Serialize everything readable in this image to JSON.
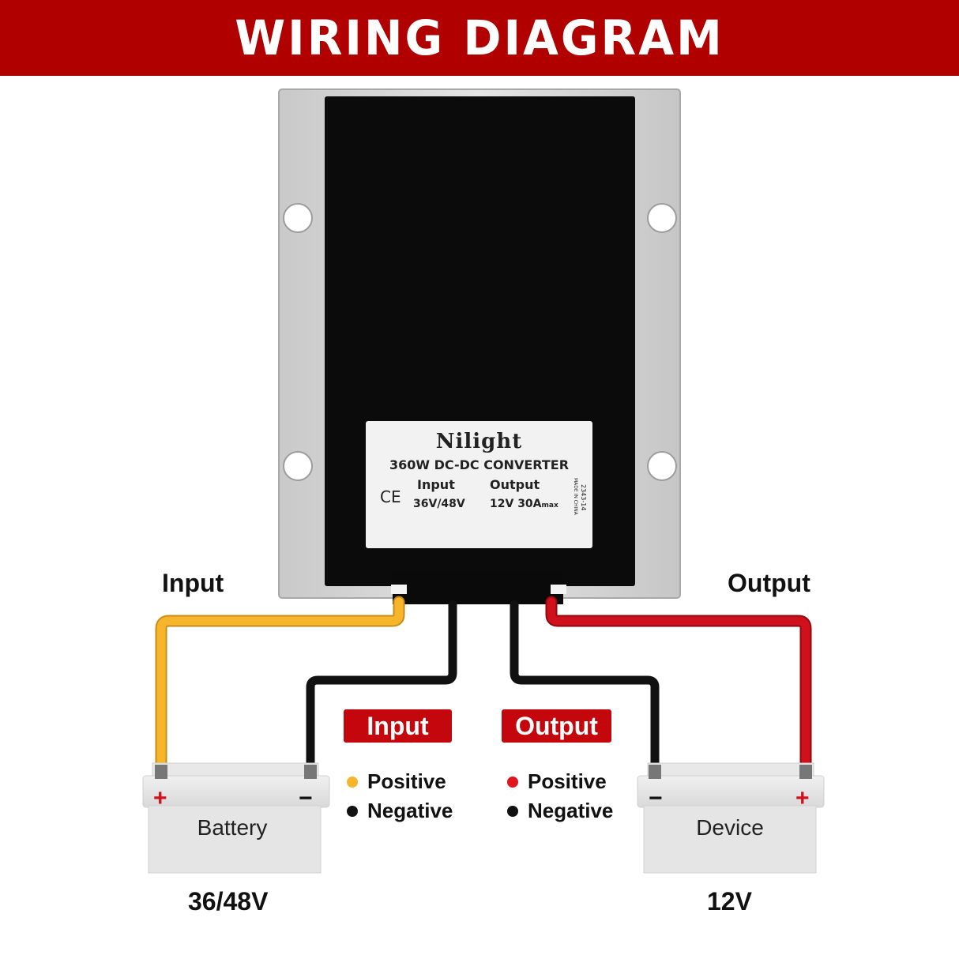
{
  "header": {
    "title": "WIRING DIAGRAM"
  },
  "converter": {
    "brand": "Nilight",
    "model": "360W DC-DC CONVERTER",
    "input_heading": "Input",
    "input_voltage": "36V/48V",
    "output_heading": "Output",
    "output_rating": "12V 30A",
    "output_rating_suffix": "max",
    "ce_mark": "CE",
    "serial": "2343-14",
    "made_in": "MADE IN CHINA"
  },
  "labels": {
    "input": "Input",
    "output": "Output"
  },
  "legend": {
    "input_title": "Input",
    "output_title": "Output",
    "positive": "Positive",
    "negative": "Negative"
  },
  "battery": {
    "name": "Battery",
    "voltage": "36/48V",
    "plus": "+",
    "minus": "−"
  },
  "device": {
    "name": "Device",
    "voltage": "12V",
    "plus": "+",
    "minus": "−"
  },
  "colors": {
    "header": "#b00000",
    "input_positive_wire": "#f7b52c",
    "output_positive_wire": "#d0101a",
    "negative_wire": "#111111",
    "legend_tag": "#c4060d"
  }
}
